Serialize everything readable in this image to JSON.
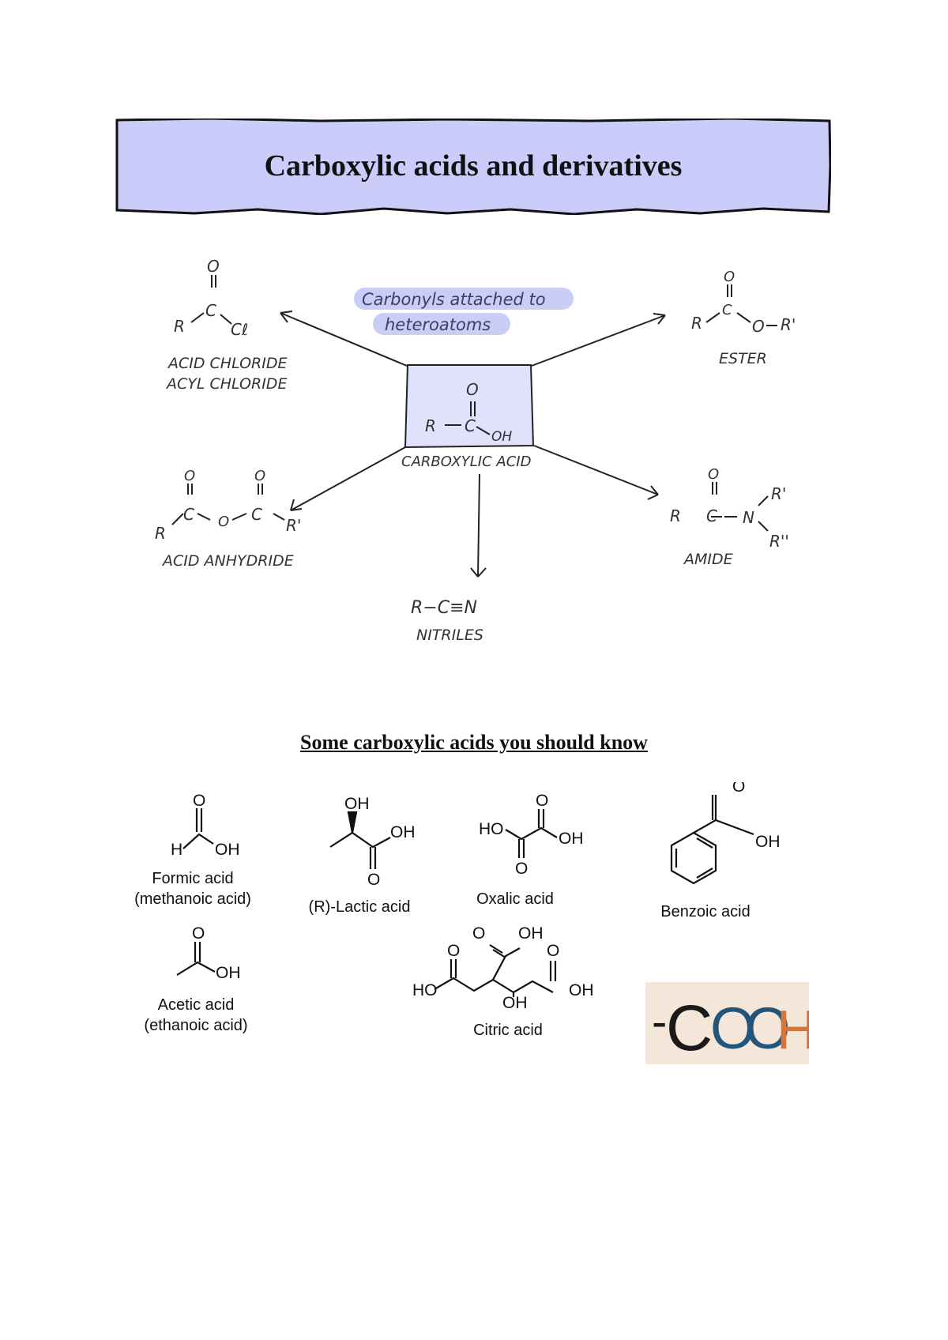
{
  "header": {
    "title": "Carboxylic acids and derivatives"
  },
  "diagram": {
    "note_line1": "Carbonyls attached to",
    "note_line2": "heteroatoms",
    "center_label": "CARBOXYLIC ACID",
    "acid_chloride_label1": "ACID CHLORIDE",
    "acid_chloride_label2": "ACYL CHLORIDE",
    "ester_label": "ESTER",
    "anhydride_label": "ACID ANHYDRIDE",
    "amide_label": "AMIDE",
    "nitrile_formula": "R−C≡N",
    "nitrile_label": "NITRILES",
    "atoms": {
      "R": "R",
      "C": "C",
      "O": "O",
      "OH": "OH",
      "Cl": "Cℓ",
      "N": "N",
      "R1": "R'",
      "R2": "R''"
    }
  },
  "section": {
    "title": "Some carboxylic acids you should know"
  },
  "acids": {
    "formic_1": "Formic acid",
    "formic_2": "(methanoic acid)",
    "lactic": "(R)-Lactic acid",
    "oxalic": "Oxalic acid",
    "benzoic": "Benzoic acid",
    "acetic_1": "Acetic acid",
    "acetic_2": "(ethanoic acid)",
    "citric": "Citric acid",
    "atoms": {
      "O": "O",
      "OH": "OH",
      "HO": "HO",
      "H": "H"
    }
  },
  "logo": {
    "prefix": "-",
    "letters": [
      "C",
      "O",
      "O",
      "H"
    ]
  },
  "colors": {
    "banner_fill": "#ccccfb",
    "highlight": "#c9cdf7",
    "box_fill": "#e0e2fb",
    "logo_bg": "#f4e6d8"
  }
}
